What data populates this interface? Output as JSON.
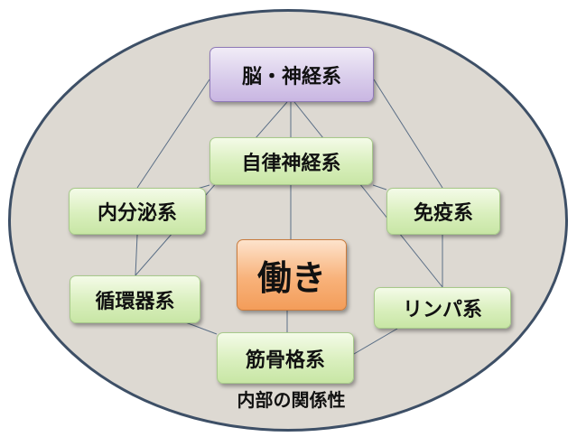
{
  "nodes": {
    "brain": "脳・神経系",
    "autonomic": "自律神経系",
    "endocrine": "内分泌系",
    "immune": "免疫系",
    "work": "働き",
    "circulatory": "循環器系",
    "lymph": "リンパ系",
    "muscle": "筋骨格系"
  },
  "caption": "内部の関係性",
  "colors": {
    "ellipse_fill": "#ddd9d2",
    "ellipse_border": "#3d4f66",
    "node_green": "#d9efbd",
    "node_purple": "#d9cdeb",
    "node_orange": "#f8b27a",
    "link_line": "#5a6e86"
  }
}
